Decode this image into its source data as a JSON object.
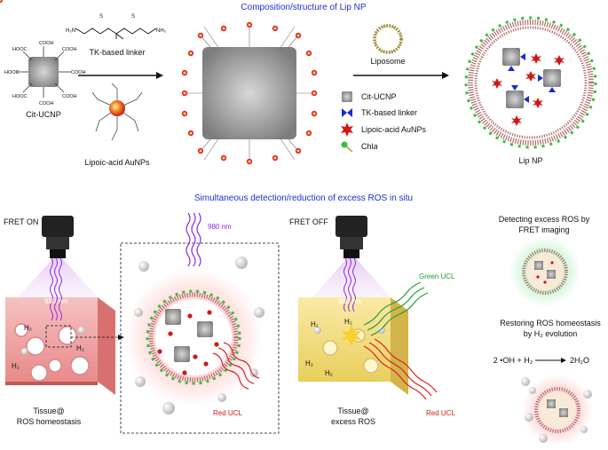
{
  "top": {
    "title": "Composition/structure of Lip NP",
    "tk_linker": "TK-based linker",
    "cit_ucnp": "Cit-UCNP",
    "lipoic_aunps": "Lipoic-acid AuNPs",
    "liposome": "Liposome",
    "lip_np": "Lip NP",
    "cooh": "COOH",
    "hooc": "HOOC",
    "legend": {
      "cit_ucnp": "Cit-UCNP",
      "tk_linker": "TK-based linker",
      "lipoic_aunps": "Lipoic-acid AuNPs",
      "chla_prefix": "Chl",
      "chla_suffix": "a"
    }
  },
  "bottom": {
    "title": "Simultaneous detection/reduction of excess ROS in situ",
    "fret_on": "FRET ON",
    "fret_off": "FRET OFF",
    "nm_980": "980 nm",
    "nm_980_b": "980 nm",
    "nm_980_c": "980 nm",
    "red_ucl": "Red UCL",
    "red_ucl_b": "Red UCL",
    "green_ucl": "Green UCL",
    "tissue1_l1": "Tissue@",
    "tissue1_l2": "ROS homeostasis",
    "tissue2_l1": "Tissue@",
    "tissue2_l2": "excess ROS",
    "detect_l1": "Detecting excess ROS by",
    "detect_l2": "FRET imaging",
    "restore_l1": "Restoring ROS homeostasis",
    "restore_l2": "by H₂ evolution",
    "equation_left": "2 •OH + H₂",
    "equation_right": "2H₂O",
    "h2": "H₂"
  }
}
